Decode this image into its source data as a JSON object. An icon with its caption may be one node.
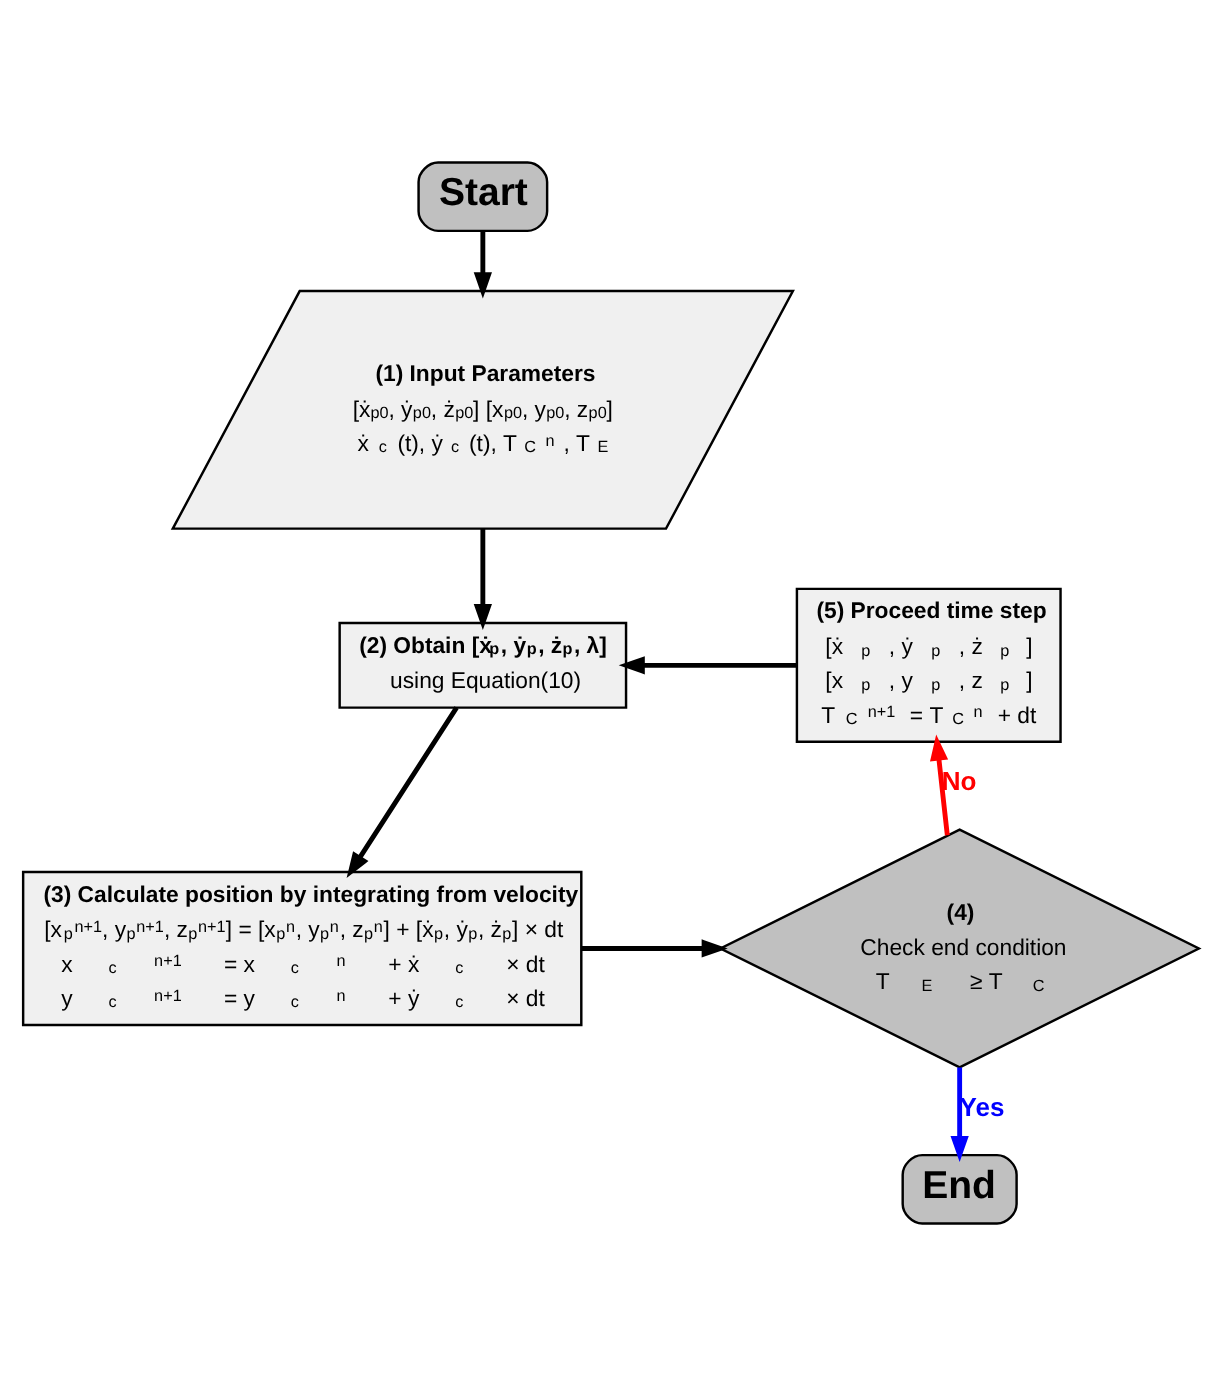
{
  "diagram": {
    "nodes": [
      {
        "text": [
          "Start"
        ]
      },
      {
        "text": [
          "(1) Input Parameters",
          "[ẋ$_{p0}$, ẏ$_{p0}$, ż$_{p0}$] [x$_{p0}$, y$_{p0}$, z$_{p0}$]",
          "ẋ$_{c}$(t), ẏ$_{c}$(t), T$_{C}$$^{n}$, T$_{E}$"
        ]
      },
      {
        "text": [
          "(2) Obtain [ẋ$_{p}$, ẏ$_{p}$, ż$_{p}$, λ]",
          "using Equation(10)"
        ]
      },
      {
        "text": [
          "(5) Proceed time step",
          "[ẋ$_{p}$, ẏ$_{p}$, ż$_{p}$]",
          "[x$_{p}$, y$_{p}$, z$_{p}$]",
          "T$_{C}$$^{n+1}$ = T$_{C}$$^{n}$ + dt"
        ]
      },
      {
        "text": [
          "(3) Calculate position by integrating from velocity",
          "[x$_{p}$$^{n+1}$, y$_{p}$$^{n+1}$, z$_{p}$$^{n+1}$] = [x$_{p}$$^{n}$, y$_{p}$$^{n}$, z$_{p}$$^{n}$] + [ẋ$_{p}$, ẏ$_{p}$, ż$_{p}$] × dt",
          "x$_{c}$$^{n+1}$ = x$_{c}$$^{n}$ + ẋ$_{c}$ × dt",
          "y$_{c}$$^{n+1}$ = y$_{c}$$^{n}$ + ẏ$_{c}$ × dt"
        ]
      },
      {
        "text": [
          "(4)",
          "Check end condition",
          "T$_{E}$ ≥ T$_{C}$"
        ]
      },
      {
        "text": [
          "End"
        ]
      }
    ],
    "edges": [
      {
        "from": 0,
        "to": 1,
        "arrow": "to"
      },
      {
        "from": 1,
        "to": 2,
        "arrow": "to"
      },
      {
        "from": 2,
        "to": 4,
        "arrow": "to"
      },
      {
        "from": 4,
        "to": 5,
        "arrow": "to"
      },
      {
        "from": 5,
        "to": 3,
        "label": "No",
        "arrow": "to",
        "color": "#ff0000"
      },
      {
        "from": 3,
        "to": 2,
        "arrow": "to"
      },
      {
        "from": 5,
        "to": 6,
        "label": "Yes",
        "arrow": "to",
        "color": "#0000ff"
      }
    ]
  }
}
